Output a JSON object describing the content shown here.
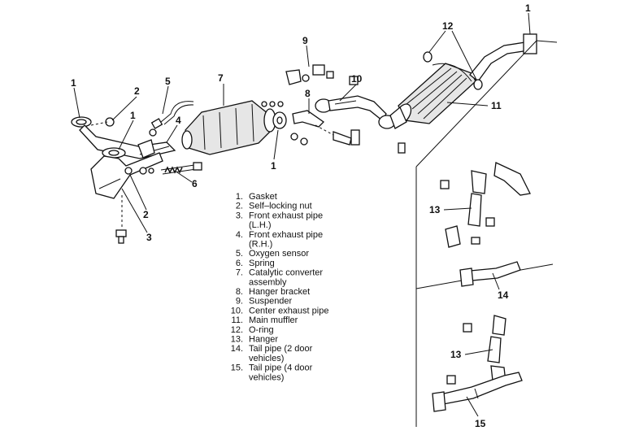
{
  "callouts": {
    "c1a": "1",
    "c1b": "1",
    "c1c": "1",
    "c1d": "1",
    "c2a": "2",
    "c2b": "2",
    "c3": "3",
    "c4": "4",
    "c5": "5",
    "c6": "6",
    "c7": "7",
    "c8": "8",
    "c9": "9",
    "c10": "10",
    "c11": "11",
    "c12": "12",
    "c13a": "13",
    "c13b": "13",
    "c14": "14",
    "c15": "15"
  },
  "legend": [
    {
      "num": "1.",
      "lines": [
        "Gasket"
      ]
    },
    {
      "num": "2.",
      "lines": [
        "Self–locking nut"
      ]
    },
    {
      "num": "3.",
      "lines": [
        "Front exhaust pipe",
        "(L.H.)"
      ]
    },
    {
      "num": "4.",
      "lines": [
        "Front exhaust pipe",
        "(R.H.)"
      ]
    },
    {
      "num": "5.",
      "lines": [
        "Oxygen sensor"
      ]
    },
    {
      "num": "6.",
      "lines": [
        "Spring"
      ]
    },
    {
      "num": "7.",
      "lines": [
        "Catalytic converter",
        "assembly"
      ]
    },
    {
      "num": "8.",
      "lines": [
        "Hanger bracket"
      ]
    },
    {
      "num": "9.",
      "lines": [
        "Suspender"
      ]
    },
    {
      "num": "10.",
      "lines": [
        "Center exhaust pipe"
      ]
    },
    {
      "num": "11.",
      "lines": [
        "Main muffler"
      ]
    },
    {
      "num": "12.",
      "lines": [
        "O-ring"
      ]
    },
    {
      "num": "13.",
      "lines": [
        "Hanger"
      ]
    },
    {
      "num": "14.",
      "lines": [
        "Tail pipe (2 door",
        "vehicles)"
      ]
    },
    {
      "num": "15.",
      "lines": [
        "Tail pipe (4 door",
        "vehicles)"
      ]
    }
  ]
}
